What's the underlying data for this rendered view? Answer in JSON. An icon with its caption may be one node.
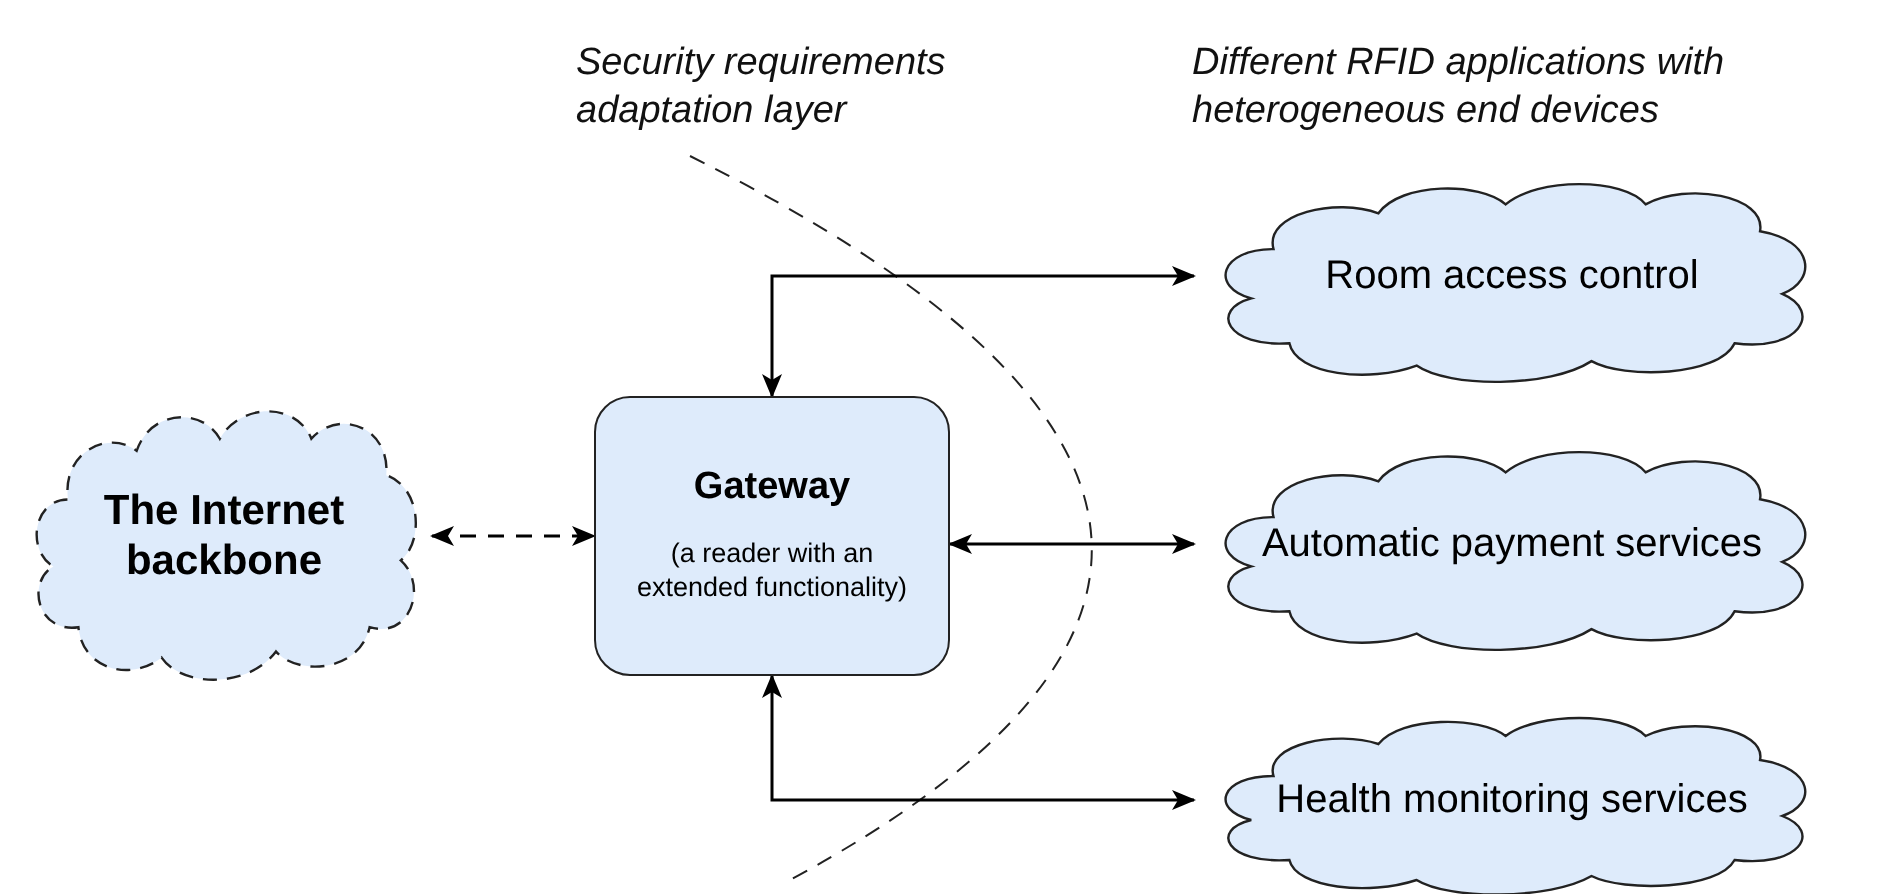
{
  "diagram": {
    "nodes": [
      {
        "text": [
          "The Internet backbone"
        ]
      },
      {
        "text": [
          "Gateway",
          "(a reader with an extended functionality)"
        ]
      },
      {
        "text": [
          "Room access control"
        ]
      },
      {
        "text": [
          "Automatic payment services"
        ]
      },
      {
        "text": [
          "Health monitoring services"
        ]
      }
    ],
    "edges": [
      {
        "from": 0,
        "to": 1,
        "arrow": "both",
        "style": "dashed"
      },
      {
        "from": 1,
        "to": 2,
        "arrow": "both"
      },
      {
        "from": 1,
        "to": 3,
        "arrow": "both"
      },
      {
        "from": 1,
        "to": 4,
        "arrow": "both"
      }
    ],
    "labels": [
      "Security requirements adaptation layer",
      "Different RFID applications with heterogeneous end devices"
    ]
  }
}
